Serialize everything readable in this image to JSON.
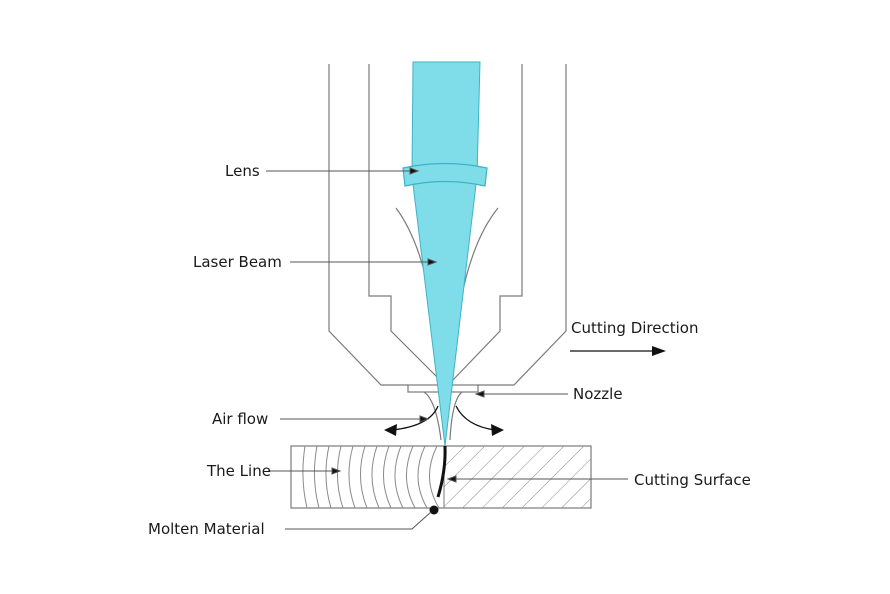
{
  "labels": {
    "lens": "Lens",
    "laser_beam": "Laser Beam",
    "cutting_direction": "Cutting Direction",
    "nozzle": "Nozzle",
    "air_flow": "Air flow",
    "the_line": "The Line",
    "cutting_surface": "Cutting Surface",
    "molten_material": "Molten Material"
  },
  "colors": {
    "beam": "#7fdde9",
    "beam_stroke": "#3fb3c4",
    "line": "#7a7a7a",
    "leader": "#555555",
    "arrow": "#111111",
    "molten": "#111111"
  }
}
